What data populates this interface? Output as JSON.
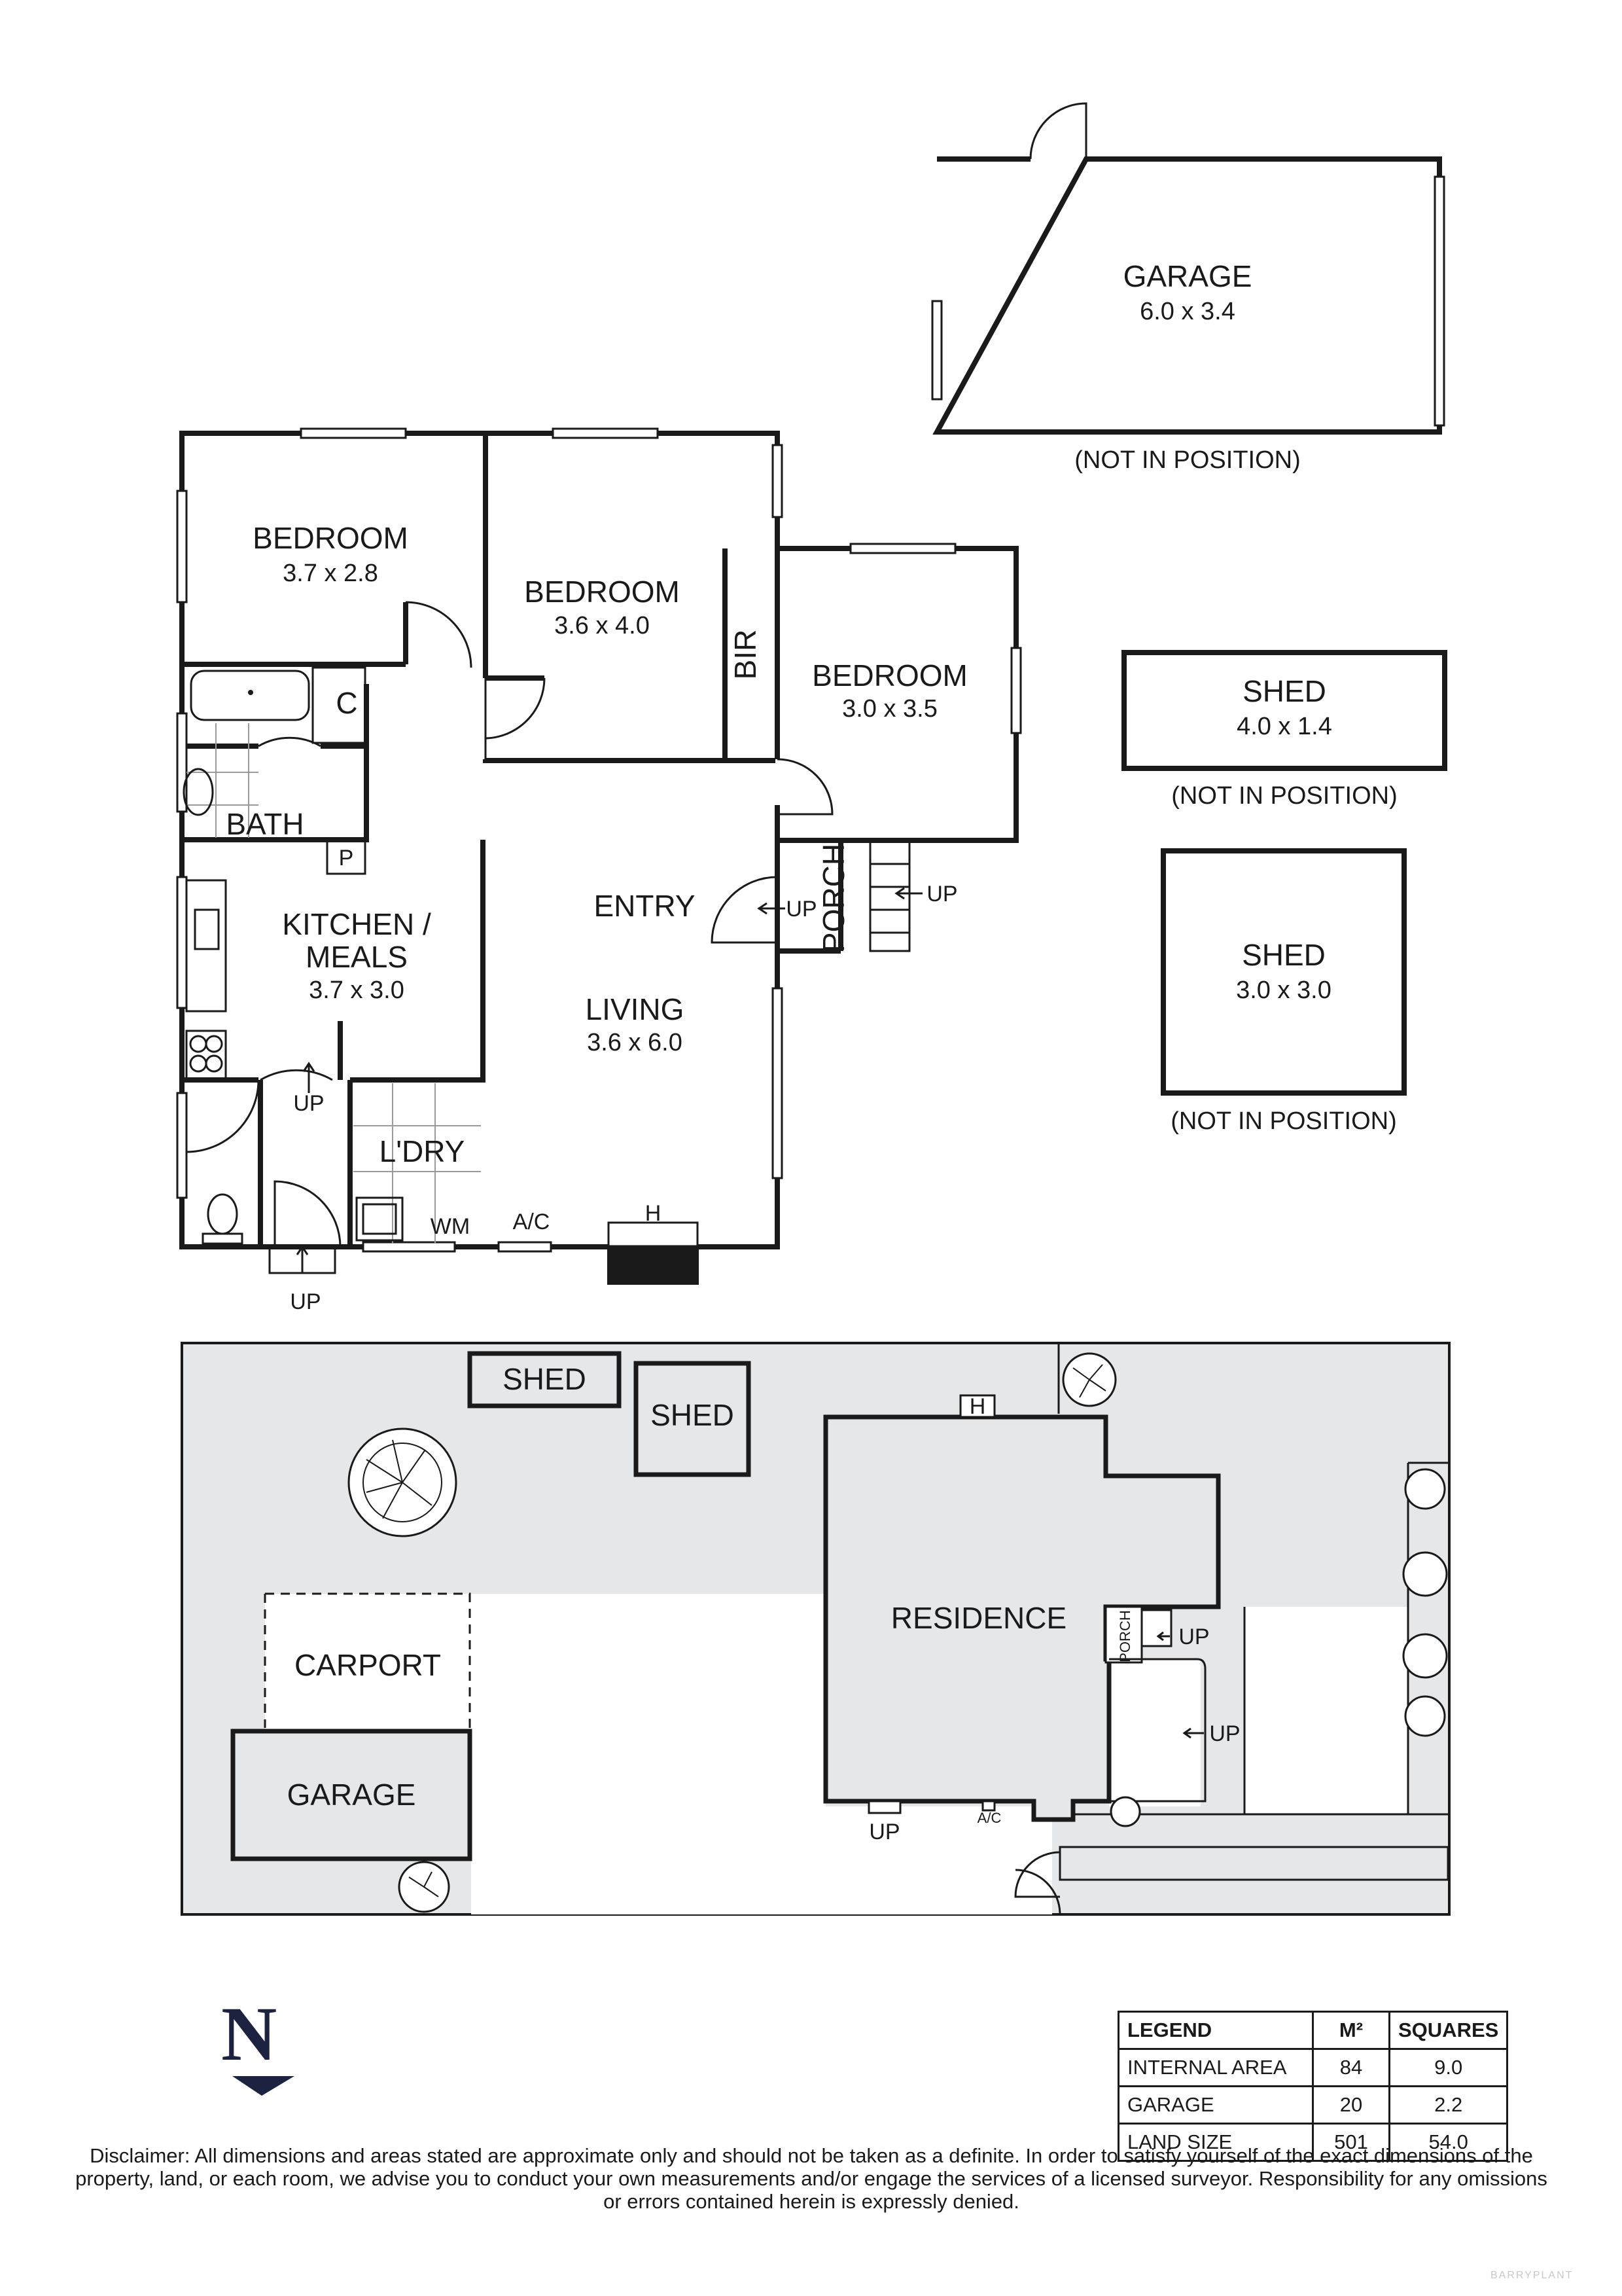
{
  "floor_plan": {
    "rooms": {
      "bedroom1": {
        "name": "BEDROOM",
        "dims": "3.7 x 2.8"
      },
      "bedroom2": {
        "name": "BEDROOM",
        "dims": "3.6 x 4.0"
      },
      "bedroom3": {
        "name": "BEDROOM",
        "dims": "3.0 x 3.5"
      },
      "bir": "BIR",
      "c": "C",
      "bath": "BATH",
      "p": "P",
      "kitchen": {
        "name_line1": "KITCHEN /",
        "name_line2": "MEALS",
        "dims": "3.7 x 3.0"
      },
      "entry": "ENTRY",
      "living": {
        "name": "LIVING",
        "dims": "3.6 x 6.0"
      },
      "porch": "PORCH",
      "laundry": "L'DRY",
      "wm": "WM",
      "ac": "A/C",
      "h": "H"
    },
    "up_labels": [
      "UP",
      "UP",
      "UP",
      "UP"
    ],
    "garage": {
      "name": "GARAGE",
      "dims": "6.0 x 3.4",
      "note": "(NOT IN POSITION)"
    },
    "shed1": {
      "name": "SHED",
      "dims": "4.0 x 1.4",
      "note": "(NOT IN POSITION)"
    },
    "shed2": {
      "name": "SHED",
      "dims": "3.0 x 3.0",
      "note": "(NOT IN POSITION)"
    }
  },
  "site_plan": {
    "shed_a": "SHED",
    "shed_b": "SHED",
    "h": "H",
    "residence": "RESIDENCE",
    "carport": "CARPORT",
    "garage": "GARAGE",
    "porch": "PORCH",
    "up_porch": "UP",
    "up_path": "UP",
    "up_front": "UP",
    "ac": "A/C"
  },
  "compass": {
    "label": "N"
  },
  "legend": {
    "headers": [
      "LEGEND",
      "M²",
      "SQUARES"
    ],
    "rows": [
      {
        "label": "INTERNAL AREA",
        "m2": "84",
        "squares": "9.0"
      },
      {
        "label": "GARAGE",
        "m2": "20",
        "squares": "2.2"
      },
      {
        "label": "LAND SIZE",
        "m2": "501",
        "squares": "54.0"
      }
    ]
  },
  "disclaimer": "Disclaimer: All dimensions and areas stated are approximate only and should not be taken as a definite. In order to satisfy yourself of the exact dimensions of the property, land, or each room, we advise you to conduct your own measurements and/or engage the services of a licensed surveyor. Responsibility for any omissions or errors contained herein is expressly denied.",
  "watermark": "BARRYPLANT"
}
